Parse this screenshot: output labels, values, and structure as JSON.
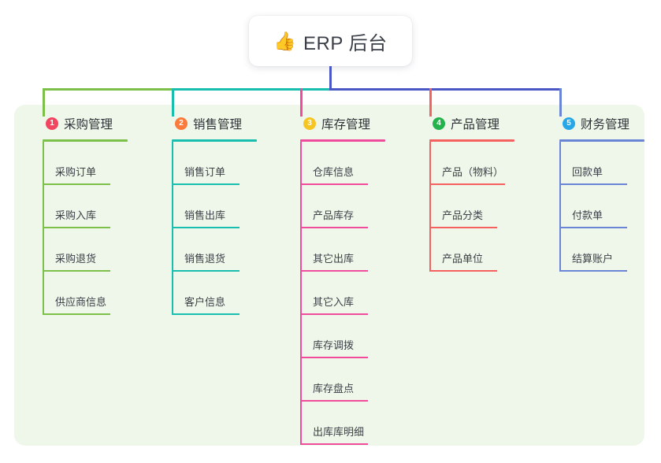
{
  "root": {
    "icon": "thumbs-up-icon",
    "emoji": "👍",
    "title": "ERP 后台"
  },
  "palette": {
    "panel_bg": "#eef7ea",
    "page_bg": "#ffffff",
    "trunk": "#4b57c4",
    "text": "#3c4148"
  },
  "columns": [
    {
      "number": "1",
      "title": "采购管理",
      "badge_color": "#f2455f",
      "accent": "#7cc04a",
      "items": [
        {
          "label": "采购订单"
        },
        {
          "label": "采购入库"
        },
        {
          "label": "采购退货"
        },
        {
          "label": "供应商信息"
        }
      ]
    },
    {
      "number": "2",
      "title": "销售管理",
      "badge_color": "#fb7b3c",
      "accent": "#18bfae",
      "items": [
        {
          "label": "销售订单"
        },
        {
          "label": "销售出库"
        },
        {
          "label": "销售退货"
        },
        {
          "label": "客户信息"
        }
      ]
    },
    {
      "number": "3",
      "title": "库存管理",
      "badge_color": "#f7c521",
      "accent": "#ef4c9b",
      "items": [
        {
          "label": "仓库信息"
        },
        {
          "label": "产品库存"
        },
        {
          "label": "其它出库"
        },
        {
          "label": "其它入库"
        },
        {
          "label": "库存调拨"
        },
        {
          "label": "库存盘点"
        },
        {
          "label": "出库库明细"
        }
      ]
    },
    {
      "number": "4",
      "title": "产品管理",
      "badge_color": "#24b24c",
      "accent": "#f4615f",
      "items": [
        {
          "label": "产品（物料）"
        },
        {
          "label": "产品分类"
        },
        {
          "label": "产品单位"
        }
      ]
    },
    {
      "number": "5",
      "title": "财务管理",
      "badge_color": "#28a7e8",
      "accent": "#6b85d6",
      "items": [
        {
          "label": "回款单"
        },
        {
          "label": "付款单"
        },
        {
          "label": "结算账户"
        }
      ]
    }
  ]
}
